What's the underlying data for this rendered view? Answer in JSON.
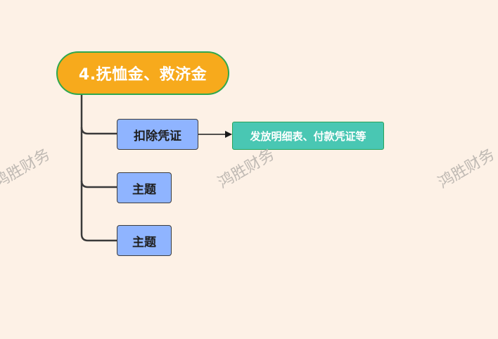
{
  "diagram": {
    "root": {
      "label": "4.抚恤金、救济金",
      "fill_color": "#f7aa1c",
      "border_color": "#2fa84f"
    },
    "children": [
      {
        "label": "扣除凭证",
        "fill_color": "#8fb4ff"
      },
      {
        "label": "主题",
        "fill_color": "#8fb4ff"
      },
      {
        "label": "主题",
        "fill_color": "#8fb4ff"
      }
    ],
    "leaf": {
      "label": "发放明细表、付款凭证等",
      "fill_color": "#49c7b3"
    }
  },
  "watermarks": [
    "鸿胜财务",
    "鸿胜财务",
    "鸿胜财务"
  ],
  "colors": {
    "background": "#fdf1e6",
    "connector": "#3a3a3a"
  }
}
